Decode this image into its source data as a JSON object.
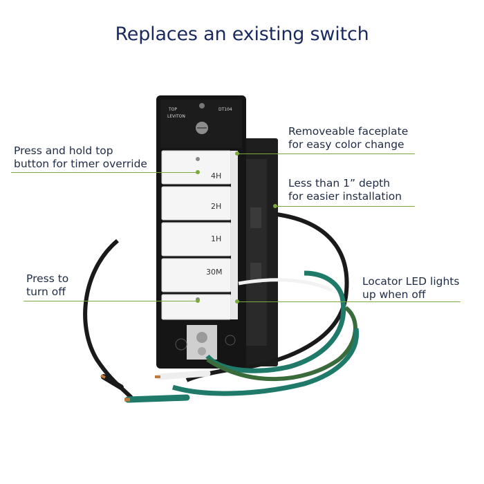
{
  "title": "Replaces an existing switch",
  "callouts": {
    "timer_override": [
      "Press and hold top",
      "button for timer override"
    ],
    "turn_off": [
      "Press to",
      "turn off"
    ],
    "faceplate": [
      "Removeable faceplate",
      "for easy color change"
    ],
    "depth": [
      "Less than 1” depth",
      "for easier installation"
    ],
    "locator": [
      "Locator LED lights",
      "up when off"
    ]
  },
  "device": {
    "buttons": [
      "4H",
      "2H",
      "1H",
      "30M"
    ],
    "brand": "LEVITON",
    "model": "DT104",
    "top_mark": "TOP"
  },
  "colors": {
    "title": "#1b2a5e",
    "callout_line": "#7aaa3c",
    "wire_black": "#1a1a1a",
    "wire_green": "#1f7a6a",
    "wire_white": "#f2f2f2"
  }
}
